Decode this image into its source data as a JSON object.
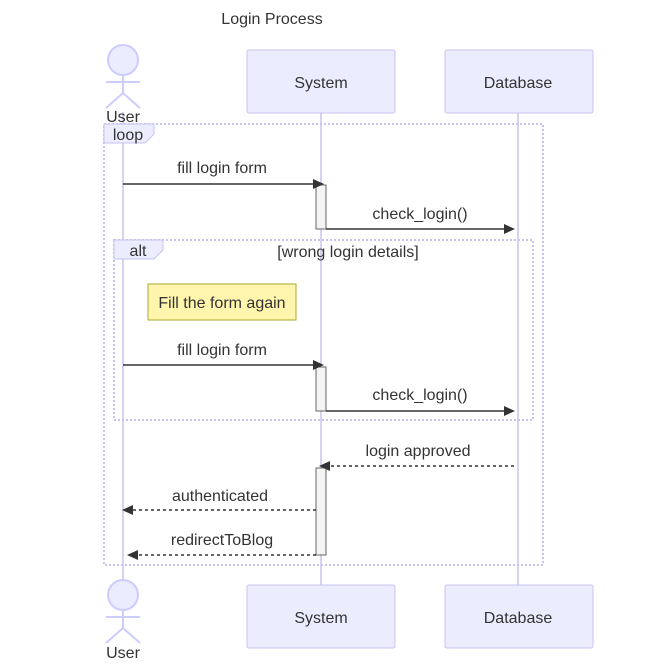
{
  "title": "Login Process",
  "participants": {
    "user": "User",
    "system": "System",
    "database": "Database"
  },
  "fragments": {
    "loop_label": "loop",
    "alt_label": "alt",
    "alt_condition": "[wrong login details]"
  },
  "note": "Fill the form again",
  "messages": [
    {
      "from": "User",
      "to": "System",
      "text": "fill login form",
      "style": "solid"
    },
    {
      "from": "System",
      "to": "Database",
      "text": "check_login()",
      "style": "solid"
    },
    {
      "from": "User",
      "to": "System",
      "text": "fill login form",
      "style": "solid"
    },
    {
      "from": "System",
      "to": "Database",
      "text": "check_login()",
      "style": "solid"
    },
    {
      "from": "Database",
      "to": "System",
      "text": "login approved",
      "style": "dashed"
    },
    {
      "from": "System",
      "to": "User",
      "text": "authenticated",
      "style": "dashed"
    },
    {
      "from": "System",
      "to": "User",
      "text": "redirectToBlog",
      "style": "dashed"
    }
  ],
  "colors": {
    "participant_fill": "#ececff",
    "participant_stroke": "#c8c3ee",
    "note_fill": "#fff5ad",
    "text": "#333333"
  }
}
